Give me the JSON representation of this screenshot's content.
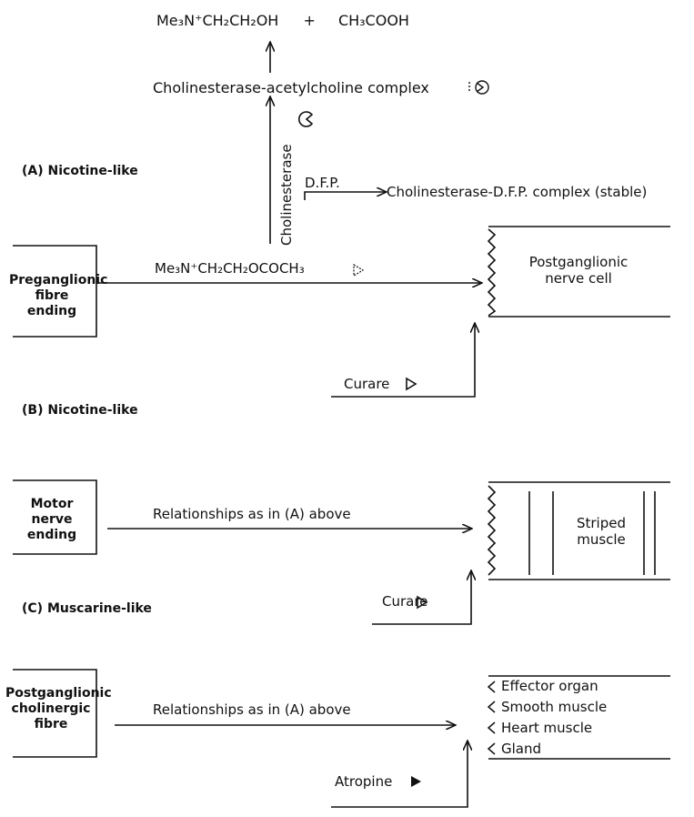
{
  "reaction": {
    "products": [
      "Me₃N⁺CH₂CH₂OH",
      "+",
      "CH₃COOH"
    ],
    "complex_label": "Cholinesterase-acetylcholine complex",
    "enzyme_label": "Cholinesterase",
    "dfp_label": "D.F.P.",
    "dfp_complex": "Cholinesterase-D.F.P. complex (stable)"
  },
  "sections": [
    {
      "heading": "(A) Nicotine-like",
      "source": "Preganglionic fibre ending",
      "transmitter": "Me₃N⁺CH₂CH₂OCOCH₃",
      "target": "Postganglionic nerve cell",
      "blocker": "Curare"
    },
    {
      "heading": "(B) Nicotine-like",
      "source": "Motor nerve ending",
      "relation": "Relationships as in (A) above",
      "target": "Striped muscle",
      "blocker": "Curare"
    },
    {
      "heading": "(C) Muscarine-like",
      "source": "Postganglionic cholinergic fibre",
      "relation": "Relationships as in (A) above",
      "targets": [
        "Effector organ",
        "Smooth muscle",
        "Heart muscle",
        "Gland"
      ],
      "blocker": "Atropine"
    }
  ]
}
